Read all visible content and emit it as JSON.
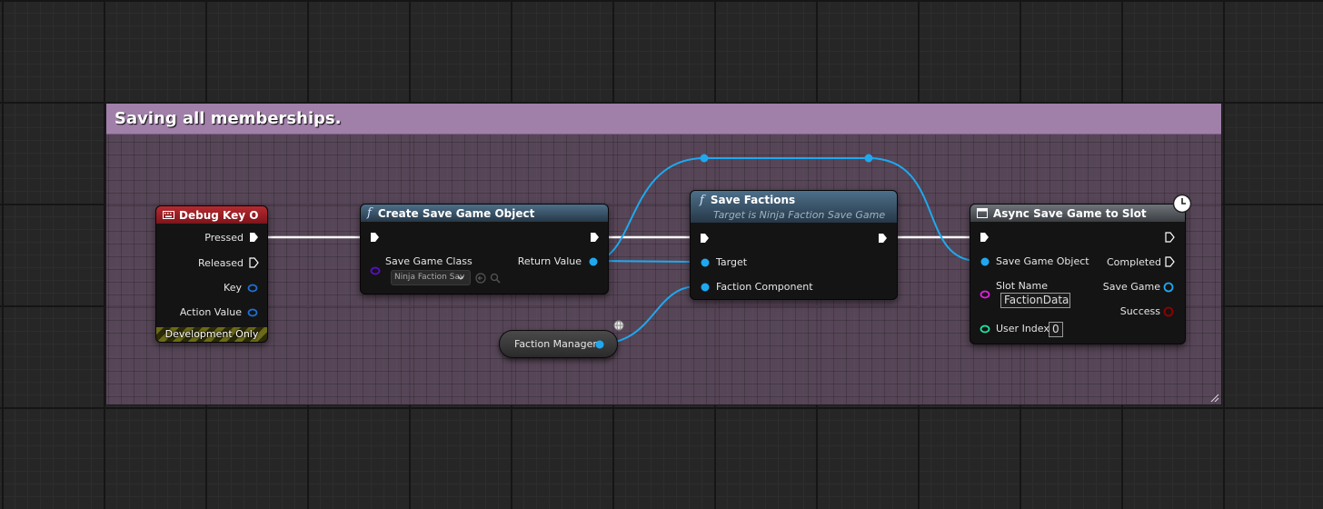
{
  "comment": {
    "title": "Saving all memberships."
  },
  "colors": {
    "exec": "#ffffff",
    "object_pin": "#1fa8f0",
    "class_pin": "#5a0fc8",
    "string_pin": "#e61ee6",
    "int_pin": "#1ee6a0",
    "bool_pin": "#950000",
    "comment_header": "#a07fa8"
  },
  "debug_key_node": {
    "icon": "keyboard-icon",
    "title": "Debug Key O",
    "pins": {
      "pressed": "Pressed",
      "released": "Released",
      "key": "Key",
      "action_value": "Action Value"
    },
    "footer": "Development Only"
  },
  "create_save_node": {
    "icon": "function-icon",
    "icon_glyph": "f",
    "title": "Create Save Game Object",
    "pins": {
      "save_game_class": "Save Game Class",
      "return_value": "Return Value"
    },
    "class_value": "Ninja Faction Sav"
  },
  "save_factions_node": {
    "icon": "function-icon",
    "icon_glyph": "f",
    "title": "Save Factions",
    "subtitle": "Target is Ninja Faction Save Game",
    "pins": {
      "target": "Target",
      "faction_component": "Faction Component"
    }
  },
  "async_save_node": {
    "icon": "save-slot-icon",
    "title": "Async Save Game to Slot",
    "pins": {
      "save_game_object": "Save Game Object",
      "completed": "Completed",
      "slot_name": "Slot Name",
      "save_game": "Save Game",
      "success": "Success",
      "user_index": "User Index"
    },
    "slot_name_value": "FactionData",
    "user_index_value": "0"
  },
  "faction_manager_node": {
    "label": "Faction Manager"
  }
}
